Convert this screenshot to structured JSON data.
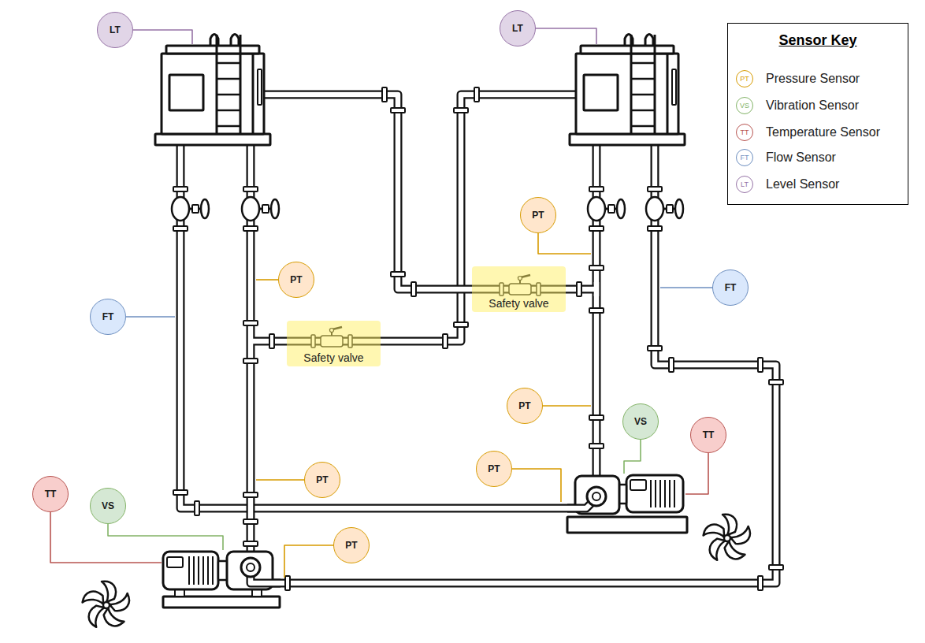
{
  "diagram": {
    "nodes": [
      {
        "text": [
          "LT"
        ]
      },
      {
        "text": [
          "LT"
        ]
      },
      {
        "text": [
          "PT"
        ]
      },
      {
        "text": [
          "Safety valve"
        ]
      },
      {
        "text": [
          "PT"
        ]
      },
      {
        "text": [
          "FT"
        ]
      },
      {
        "text": [
          "FT"
        ]
      },
      {
        "text": [
          "Safety valve"
        ]
      },
      {
        "text": [
          "PT"
        ]
      },
      {
        "text": [
          "VS"
        ]
      },
      {
        "text": [
          "TT"
        ]
      },
      {
        "text": [
          "PT"
        ]
      },
      {
        "text": [
          "PT"
        ]
      },
      {
        "text": [
          "TT"
        ]
      },
      {
        "text": [
          "VS"
        ]
      },
      {
        "text": [
          "PT"
        ]
      }
    ],
    "labels": [
      "Sensor Key",
      "PT",
      "VS",
      "TT",
      "FT",
      "LT"
    ],
    "legend": [
      {
        "text": "Pressure Sensor"
      },
      {
        "text": "Vibration Sensor"
      },
      {
        "text": "Temperature Sensor"
      },
      {
        "text": "Flow Sensor"
      },
      {
        "text": "Level Sensor"
      }
    ]
  }
}
